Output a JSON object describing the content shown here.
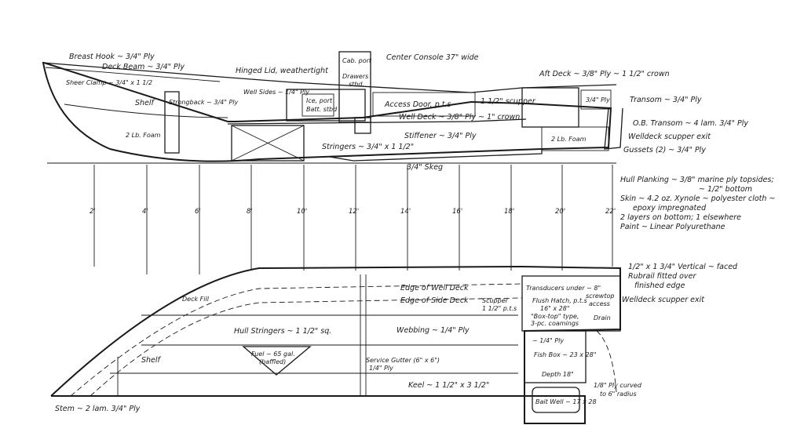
{
  "profile_labels": {
    "breast_hook": "Breast Hook ~ 3/4\" Ply",
    "deck_beam": "Deck Beam ~ 3/4\" Ply",
    "sheer_clamp": "Sheer Clamp ~ 3/4\" x 1 1/2",
    "shelf": "Shelf",
    "foam_fwd": "2 Lb. Foam",
    "strongback": "Strongback ~ 3/4\" Ply",
    "well_sides": "Well Sides ~ 1/4\" Ply",
    "hinged_lid": "Hinged Lid, weathertight",
    "ice_port": "Ice, port",
    "batt_stbd": "Batt. stbd",
    "cab_port": "Cab. port",
    "drawers": "Drawers",
    "drawers_stbd": "stbd.",
    "center_console": "Center Console 37\" wide",
    "access_door": "Access Door, p.t.s",
    "scupper_top": "1 1/2\" scupper",
    "well_deck": "Well Deck ~ 3/8\" Ply ~ 1\" crown",
    "stiffener": "Stiffener ~ 3/4\" Ply",
    "stringers": "Stringers ~ 3/4\" x 1 1/2\"",
    "skeg": "3/4\" Skeg",
    "aft_deck": "Aft Deck ~ 3/8\" Ply ~ 1 1/2\" crown",
    "ply_34": "3/4\" Ply",
    "transom": "Transom ~ 3/4\" Ply",
    "ob_transom": "O.B. Transom ~ 4 lam. 3/4\" Ply",
    "welldeck_exit": "Welldeck scupper exit",
    "gussets": "Gussets (2) ~ 3/4\" Ply",
    "foam_aft": "2 Lb. Foam"
  },
  "stations": [
    "2'",
    "4'",
    "6'",
    "8'",
    "10'",
    "12'",
    "14'",
    "16'",
    "18'",
    "20'",
    "22'"
  ],
  "notes": [
    "Hull Planking ~ 3/8\" marine ply topsides;",
    "~ 1/2\" bottom",
    "Skin ~ 4.2 oz. Xynole ~ polyester cloth ~",
    "epoxy impregnated",
    "2 layers on bottom; 1 elsewhere",
    "Paint ~ Linear Polyurethane"
  ],
  "plan_labels": {
    "rubrail": "1/2\" x 1 3/4\" Vertical ~ faced",
    "rubrail2": "Rubrail fitted over",
    "rubrail3": "finished edge",
    "transducers": "Transducers under ~ 8\"",
    "screwtop": "screwtop",
    "access": "access",
    "welldeck_exit": "Welldeck scupper exit",
    "edge_well_deck": "Edge of Well Deck",
    "edge_side_deck": "Edge of Side Deck",
    "deck_fill": "Deck Fill",
    "scupper": "Scupper",
    "scupper2": "1 1/2\" p.t.s",
    "flush_hatch": "Flush Hatch, p.t.s",
    "flush_hatch2": "16\" x 28\"",
    "box_top": "\"Box-top\" type,",
    "box_top2": "3-pc. coamings",
    "drain": "Drain",
    "hull_stringers": "Hull Stringers ~ 1 1/2\" sq.",
    "webbing": "Webbing ~ 1/4\" Ply",
    "ply_14": "~ 1/4\" Ply",
    "fuel": "Fuel ~ 65 gal.",
    "baffled": "(baffled)",
    "service_gutter": "Service Gutter (6\" x 6\")",
    "service_ply": "1/4\" Ply",
    "shelf": "Shelf",
    "fish_box": "Fish Box ~ 23 x 28\"",
    "depth": "Depth 18\"",
    "bait_well": "Bait Well ~ 17 x 28",
    "ply_curved": "1/8\" Ply curved",
    "radius": "to 6\" radius",
    "stem": "Stem ~ 2 lam. 3/4\" Ply",
    "keel": "Keel ~ 1 1/2\" x 3 1/2\""
  }
}
